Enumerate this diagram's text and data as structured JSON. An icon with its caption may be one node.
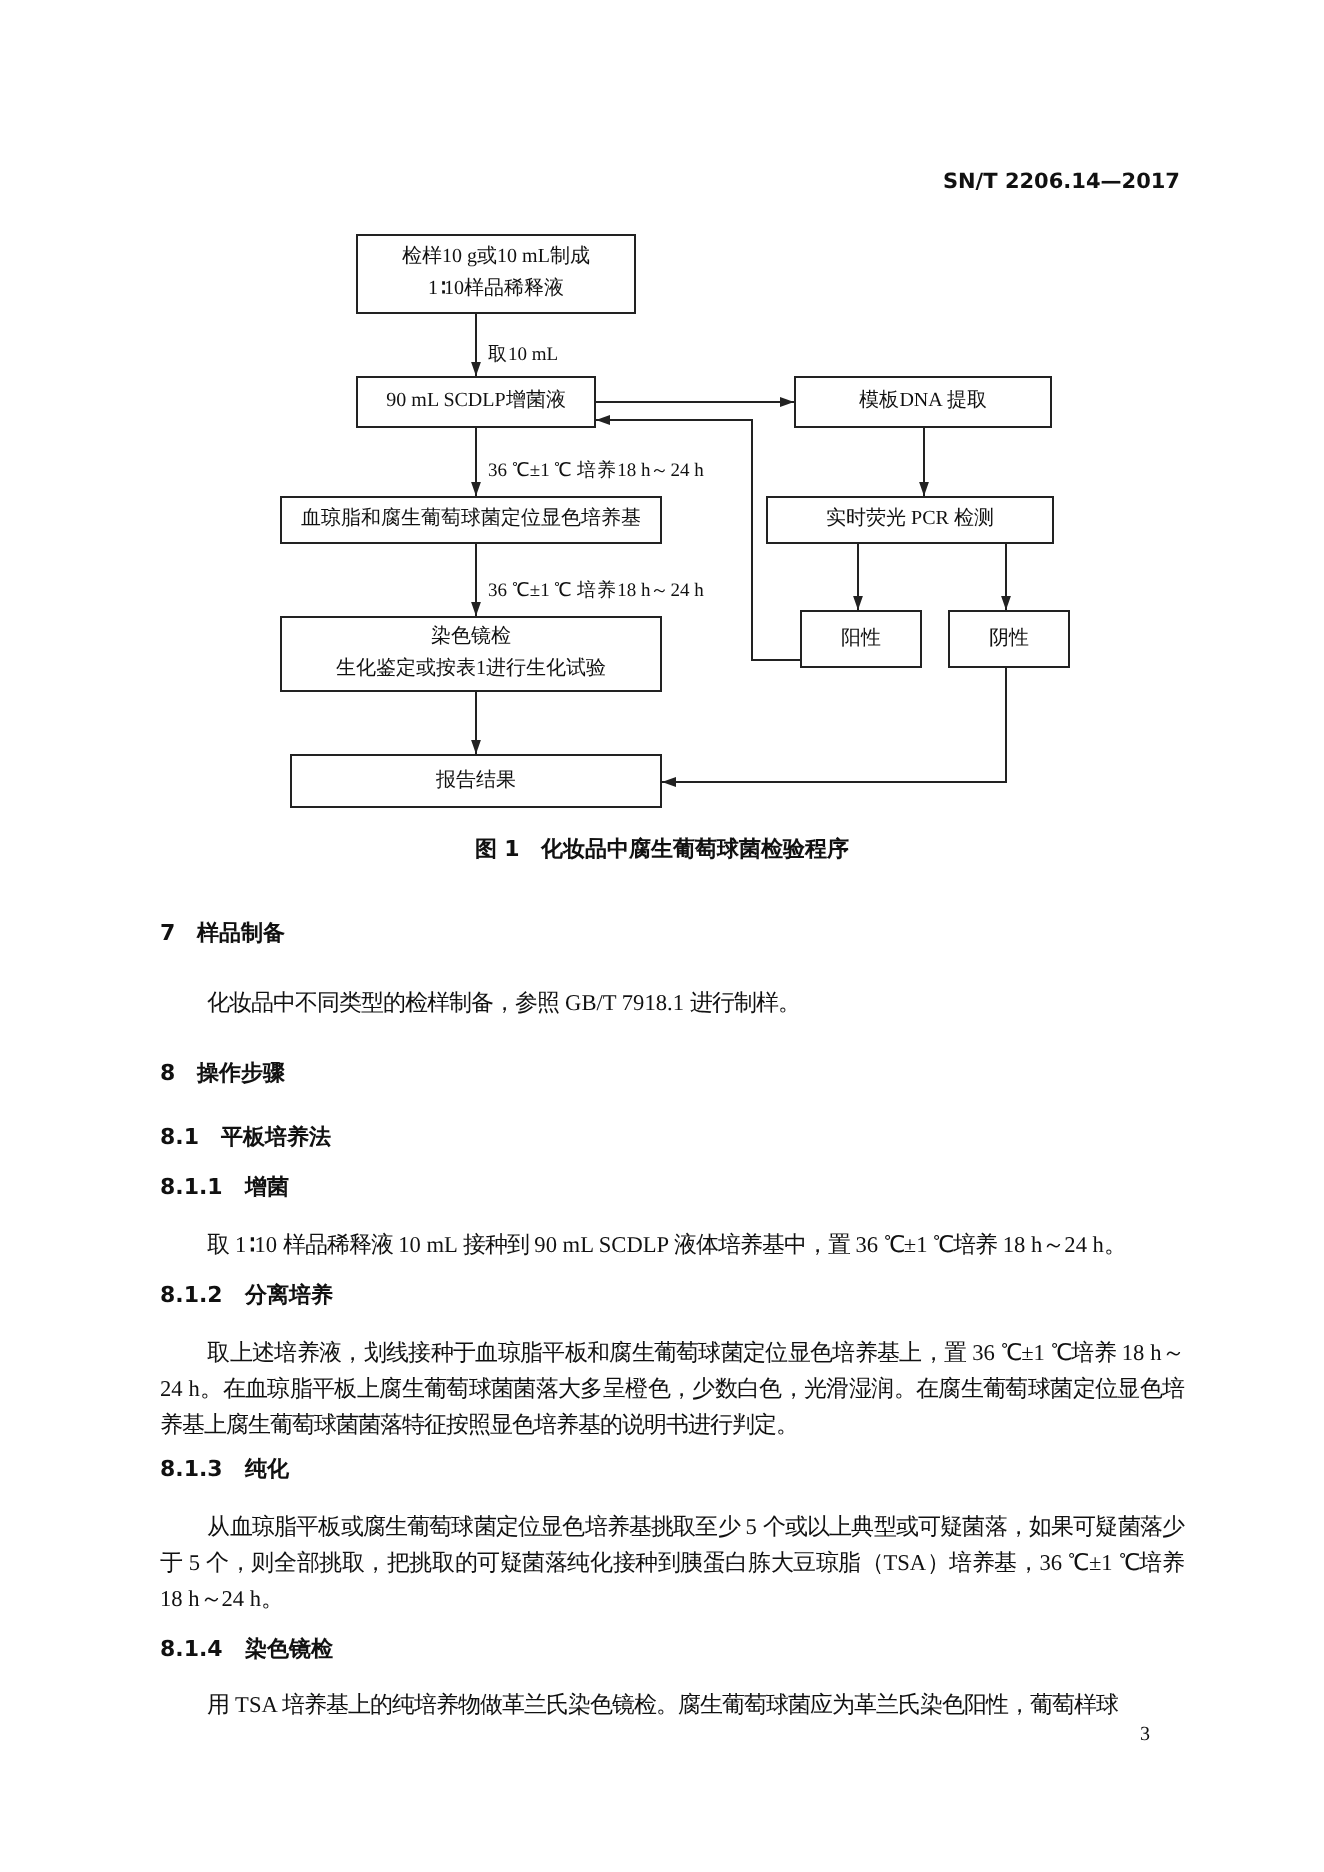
{
  "diagram": {
    "caption": "图 1　化妆品中腐生葡萄球菌检验程序",
    "nodes": [
      {
        "text": [
          "检样10 g或10 mL制成",
          "1∶10样品稀释液"
        ]
      },
      {
        "text": [
          "90 mL SCDLP增菌液"
        ]
      },
      {
        "text": [
          "模板DNA 提取"
        ]
      },
      {
        "text": [
          "血琼脂和腐生葡萄球菌定位显色培养基"
        ]
      },
      {
        "text": [
          "实时荧光 PCR 检测"
        ]
      },
      {
        "text": [
          "染色镜检",
          "生化鉴定或按表1进行生化试验"
        ]
      },
      {
        "text": [
          "阳性"
        ]
      },
      {
        "text": [
          "阴性"
        ]
      },
      {
        "text": [
          "报告结果"
        ]
      }
    ],
    "edges": [
      {
        "from": 0,
        "to": 1,
        "arrow": "to",
        "label": "取10 mL"
      },
      {
        "from": 1,
        "to": 2,
        "arrow": "to"
      },
      {
        "from": 1,
        "to": 3,
        "arrow": "to",
        "label": "36 ℃±1 ℃ 培养18 h～24 h"
      },
      {
        "from": 2,
        "to": 4,
        "arrow": "to"
      },
      {
        "from": 3,
        "to": 5,
        "arrow": "to",
        "label": "36 ℃±1 ℃ 培养18 h～24 h"
      },
      {
        "from": 4,
        "to": 6,
        "arrow": "to"
      },
      {
        "from": 4,
        "to": 7,
        "arrow": "to"
      },
      {
        "from": 6,
        "to": 1,
        "arrow": "to"
      },
      {
        "from": 5,
        "to": 8,
        "arrow": "to"
      },
      {
        "from": 7,
        "to": 8,
        "arrow": "to"
      }
    ],
    "labels": [
      "SN/T 2206.14—2017",
      "7　样品制备",
      "化妆品中不同类型的检样制备，参照 GB/T 7918.1 进行制样。",
      "8　操作步骤",
      "8.1　平板培养法",
      "8.1.1　增菌",
      "取 1∶10 样品稀释液 10 mL 接种到 90 mL SCDLP 液体培养基中，置 36 ℃±1 ℃培养 18 h～24 h。",
      "8.1.2　分离培养",
      "取上述培养液，划线接种于血琼脂平板和腐生葡萄球菌定位显色培养基上，置 36 ℃±1 ℃培养 18 h～24 h。在血琼脂平板上腐生葡萄球菌菌落大多呈橙色，少数白色，光滑湿润。在腐生葡萄球菌定位显色培养基上腐生葡萄球菌菌落特征按照显色培养基的说明书进行判定。",
      "8.1.3　纯化",
      "从血琼脂平板或腐生葡萄球菌定位显色培养基挑取至少 5 个或以上典型或可疑菌落，如果可疑菌落少于 5 个，则全部挑取，把挑取的可疑菌落纯化接种到胰蛋白胨大豆琼脂（TSA）培养基，36 ℃±1 ℃培养 18 h～24 h。",
      "8.1.4　染色镜检",
      "用 TSA 培养基上的纯培养物做革兰氏染色镜检。腐生葡萄球菌应为革兰氏染色阳性，葡萄样球",
      "3"
    ]
  }
}
